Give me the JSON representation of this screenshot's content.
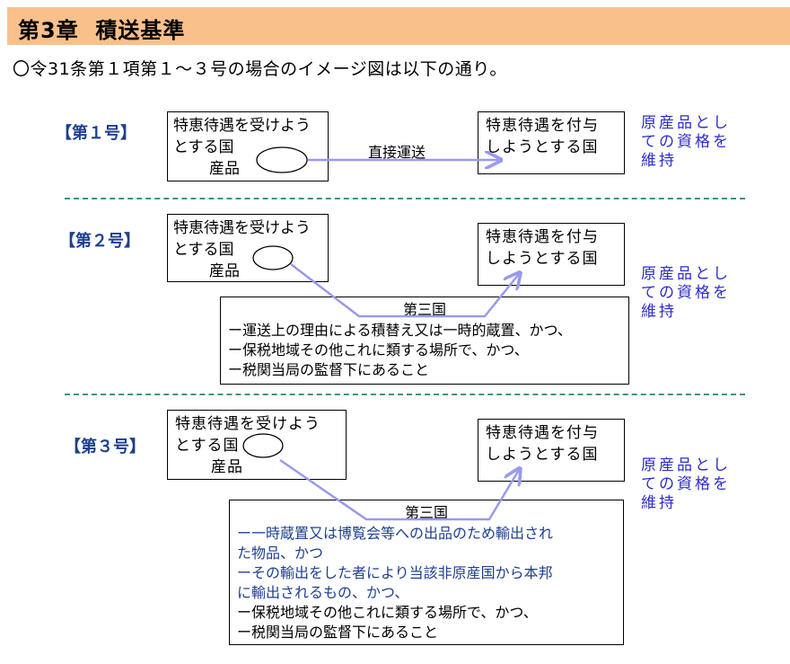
{
  "header": {
    "title": "第3章  積送基準"
  },
  "intro": "〇令31条第１項第１～３号の場合のイメージ図は以下の通り。",
  "sections": [
    {
      "label": "【第１号】",
      "origin": {
        "line1": "特恵待遇を受けよう",
        "line2": "とする国",
        "product": "産品"
      },
      "dest": {
        "line1": "特恵待遇を付与",
        "line2": "しようとする国"
      },
      "route_label": "直接運送",
      "note": "原産品としての資格を維持"
    },
    {
      "label": "【第２号】",
      "origin": {
        "line1": "特恵待遇を受けよう",
        "line2": "とする国",
        "product": "産品"
      },
      "dest": {
        "line1": "特恵待遇を付与",
        "line2": "しようとする国"
      },
      "third": {
        "title": "第三国",
        "lines": [
          "ー運送上の理由による積替え又は一時的蔵置、かつ、",
          "ー保税地域その他これに類する場所で、かつ、",
          "ー税関当局の監督下にあること"
        ]
      },
      "note": "原産品としての資格を維持"
    },
    {
      "label": "【第３号】",
      "origin": {
        "line1": "特恵待遇を受けよう",
        "line2": "とする国",
        "product": "産品"
      },
      "dest": {
        "line1": "特恵待遇を付与",
        "line2": "しようとする国"
      },
      "third": {
        "title": "第三国",
        "lines": [
          "ー一時蔵置又は博覧会等への出品のため輸出され",
          "た物品、かつ",
          "ーその輸出をした者により当該非原産国から本邦",
          "に輸出されるもの、かつ、",
          "ー保税地域その他これに類する場所で、かつ、",
          "ー税関当局の監督下にあること"
        ]
      },
      "note": "原産品としての資格を維持"
    }
  ],
  "colors": {
    "header_bg": "#f9c08c",
    "arrow": "#9999ee",
    "note": "#2b2bcc",
    "label": "#1f3f8f",
    "divider": "#3a9a6a"
  }
}
